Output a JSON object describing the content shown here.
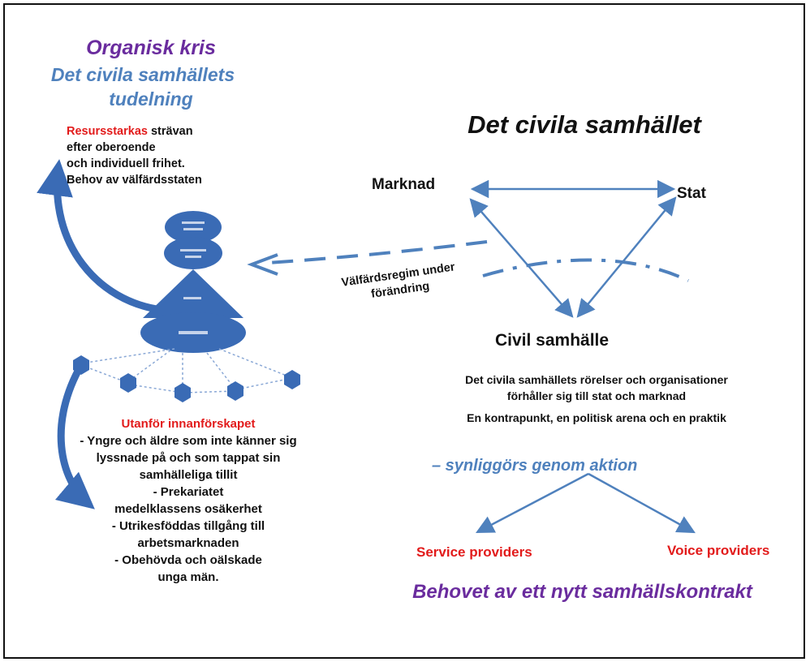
{
  "left": {
    "title_line1": "Organisk kris",
    "title_line2": "Det civila samhällets",
    "title_line3": "tudelning",
    "top_text": {
      "highlight": "Resursstarkas",
      "line1_rest": " strävan",
      "line2": "efter oberoende",
      "line3": "och individuell frihet.",
      "line4": "Behov av välfärdsstaten"
    },
    "bottom_text": {
      "heading": "Utanför innanförskapet",
      "lines": [
        "- Yngre och äldre som inte känner sig",
        "lyssnade på och som tappat sin",
        "samhälleliga tillit",
        "- Prekariatet",
        "medelklassens osäkerhet",
        "- Utrikesföddas tillgång till",
        "arbetsmarknaden",
        "- Obehövda och oälskade",
        "unga män."
      ]
    }
  },
  "right": {
    "title": "Det civila samhället",
    "node_market": "Marknad",
    "node_state": "Stat",
    "node_civil": "Civil samhälle",
    "desc_line1": "Det civila samhällets rörelser och organisationer",
    "desc_line2": "förhåller sig till stat och marknad",
    "desc_line3": "En kontrapunkt, en politisk arena och en praktik",
    "action": "– synliggörs genom aktion",
    "service": "Service providers",
    "voice": "Voice providers",
    "bottom_title": "Behovet av ett nytt samhällskontrakt"
  },
  "middle": {
    "regime_line1": "Välfärdsregim under",
    "regime_line2": "förändring"
  },
  "colors": {
    "purple": "#6a2c9e",
    "blue": "#4f81bd",
    "red": "#e21b1b",
    "shape_blue": "#3a6bb5"
  }
}
